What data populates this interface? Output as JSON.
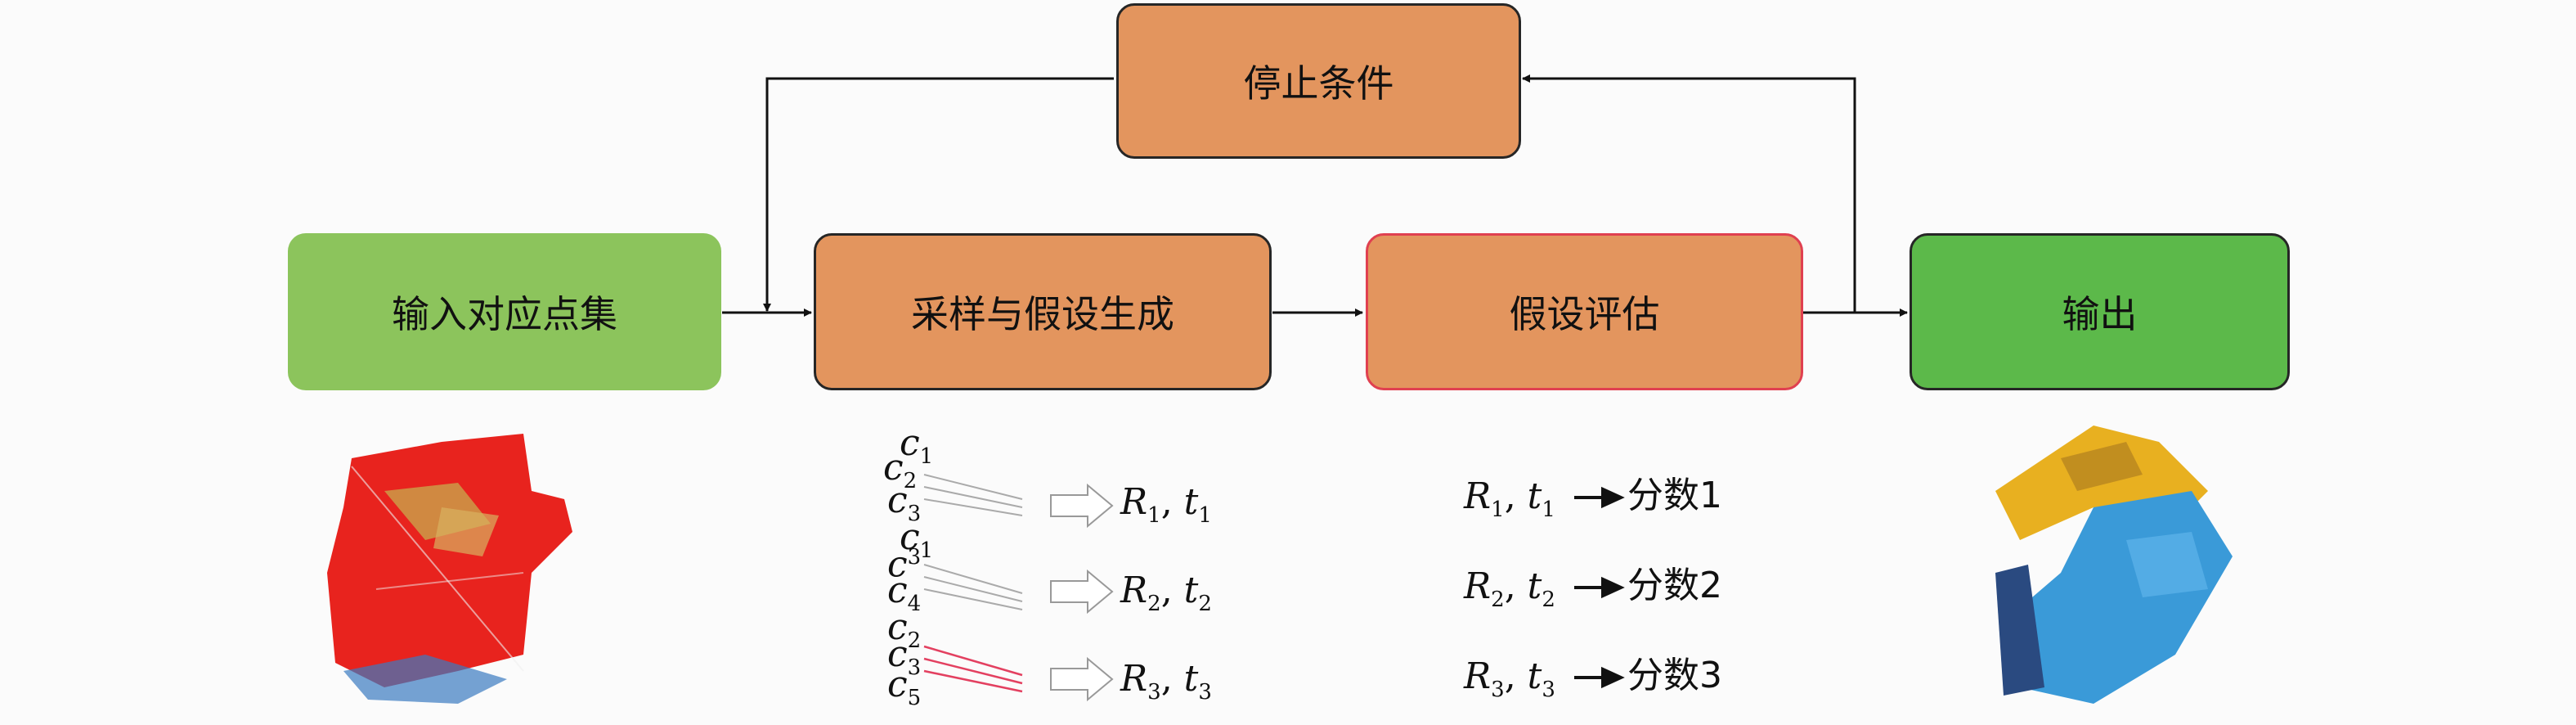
{
  "boxes": {
    "stop": "停止条件",
    "input": "输入对应点集",
    "sample": "采样与假设生成",
    "evaluate": "假设评估",
    "output": "输出"
  },
  "samples": [
    {
      "c": [
        "c",
        "c",
        "c"
      ],
      "sub": [
        "1",
        "2",
        "3"
      ],
      "R": "R",
      "rs": "1",
      "t": "t",
      "ts": "1"
    },
    {
      "c": [
        "c",
        "c",
        "c"
      ],
      "sub": [
        "1",
        "3",
        "4"
      ],
      "R": "R",
      "rs": "2",
      "t": "t",
      "ts": "2"
    },
    {
      "c": [
        "c",
        "c",
        "c"
      ],
      "sub": [
        "2",
        "3",
        "5"
      ],
      "R": "R",
      "rs": "3",
      "t": "t",
      "ts": "3"
    }
  ],
  "scores": [
    {
      "R": "R",
      "rs": "1",
      "t": "t",
      "ts": "1",
      "score": "分数1"
    },
    {
      "R": "R",
      "rs": "2",
      "t": "t",
      "ts": "2",
      "score": "分数2"
    },
    {
      "R": "R",
      "rs": "3",
      "t": "t",
      "ts": "3",
      "score": "分数3"
    }
  ],
  "colors": {
    "box_orange": "#e3955e",
    "box_green_light": "#8cc45c",
    "box_green_dark": "#5cb94a",
    "point_cloud_input": "#e8231e",
    "point_cloud_output_yellow": "#e8b020",
    "point_cloud_output_blue": "#3a9ad8"
  }
}
